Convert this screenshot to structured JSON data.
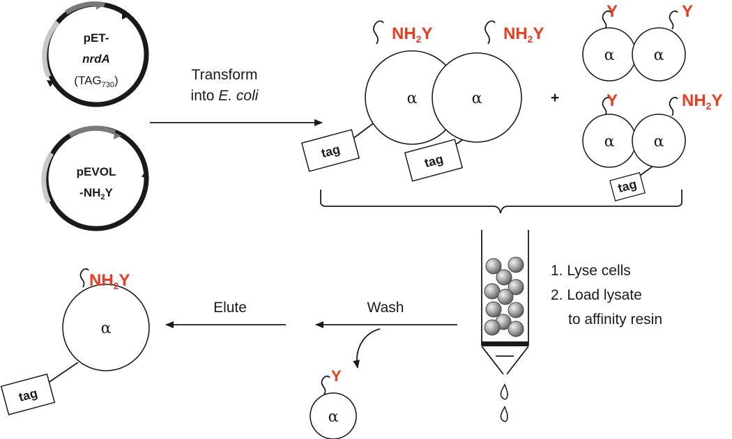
{
  "plasmids": {
    "plasmid1": {
      "line1": "pET-",
      "line2": "nrdA",
      "line3_prefix": "(TAG",
      "line3_sub": "730",
      "line3_suffix": ")"
    },
    "plasmid2": {
      "line1": "pEVOL",
      "line2_prefix": "-NH",
      "line2_sub": "2",
      "line2_suffix": "Y"
    }
  },
  "steps": {
    "transform_line1": "Transform",
    "transform_line2_prefix": "into ",
    "transform_line2_italic": "E. coli",
    "lyse": "1. Lyse cells",
    "load_line1": "2. Load lysate",
    "load_line2": "to affinity resin",
    "wash": "Wash",
    "elute": "Elute",
    "plus": "+"
  },
  "labels": {
    "alpha": "α",
    "tag": "tag",
    "nh2y_prefix": "NH",
    "nh2y_sub": "2",
    "nh2y_suffix": "Y",
    "y": "Y"
  },
  "colors": {
    "accent_red": "#f03a1e",
    "ink": "#1a1a1a",
    "bead_gray": "#8a8a8a"
  }
}
